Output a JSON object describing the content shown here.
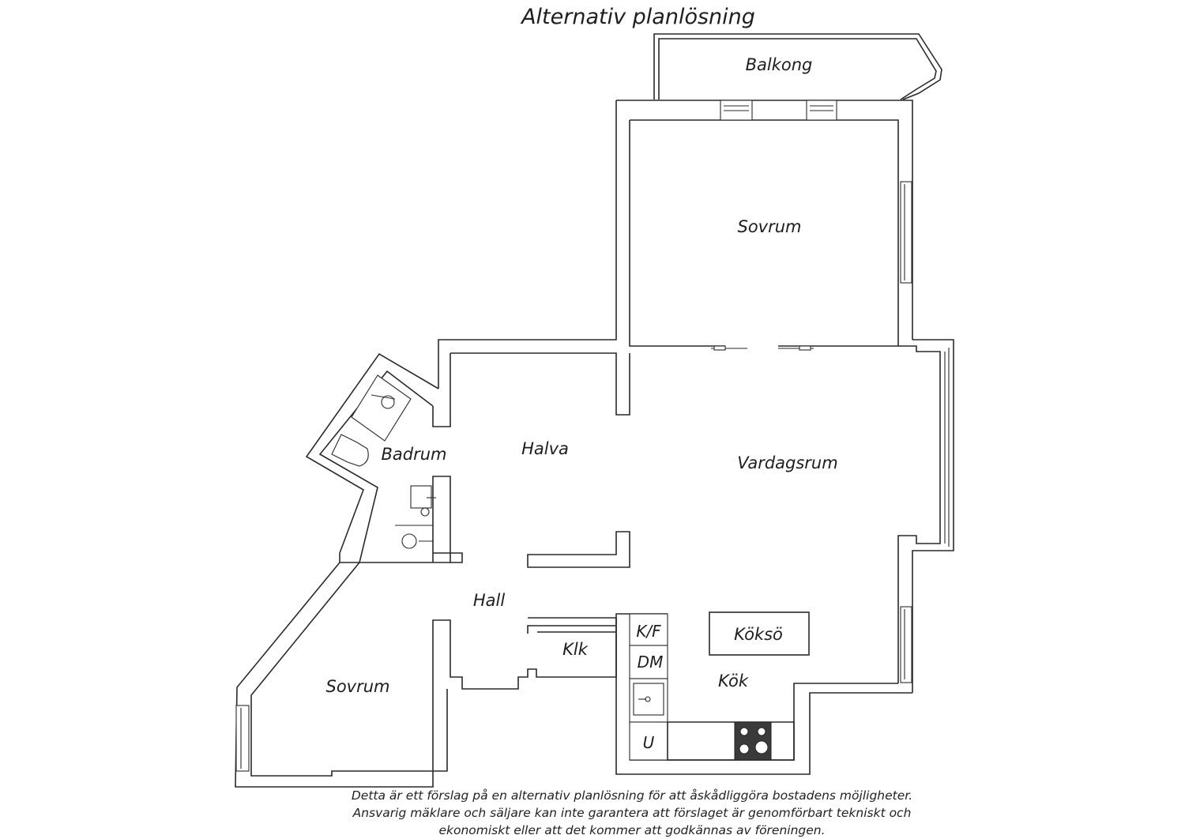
{
  "title": "Alternativ planlösning",
  "rooms": {
    "balkong": "Balkong",
    "sovrum_top": "Sovrum",
    "badrum": "Badrum",
    "halva": "Halva",
    "vardagsrum": "Vardagsrum",
    "hall": "Hall",
    "klk": "Klk",
    "koksö": "Köksö",
    "kok": "Kök",
    "sovrum_bottom": "Sovrum"
  },
  "kitchen_units": {
    "kf": "K/F",
    "dm": "DM",
    "u": "U"
  },
  "disclaimer": [
    "Detta är ett förslag på en alternativ planlösning för att åskådliggöra bostadens möjligheter.",
    "Ansvarig mäklare och säljare kan inte garantera att förslaget är genomförbart tekniskt och",
    "ekonomiskt eller att det kommer att godkännas av föreningen."
  ]
}
